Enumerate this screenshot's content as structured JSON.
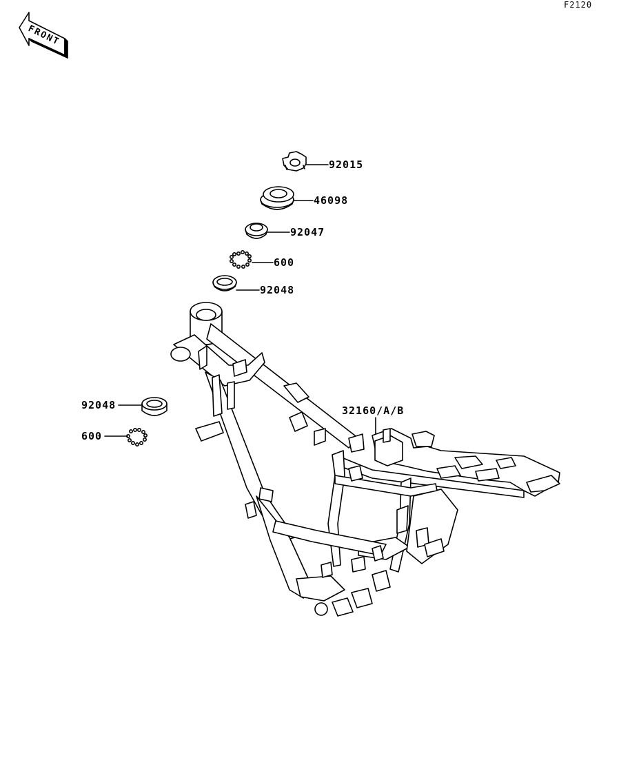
{
  "drawing_code": "F2120",
  "front_badge": {
    "text": "FRONT",
    "icon": "front-arrow-icon"
  },
  "callouts": [
    {
      "id": "92015",
      "label": "92015"
    },
    {
      "id": "46098",
      "label": "46098"
    },
    {
      "id": "92047",
      "label": "92047"
    },
    {
      "id": "600-top",
      "label": "600"
    },
    {
      "id": "92048-top",
      "label": "92048"
    },
    {
      "id": "32160",
      "label": "32160/A/B"
    },
    {
      "id": "92048-left",
      "label": "92048"
    },
    {
      "id": "600-left",
      "label": "600"
    }
  ],
  "colors": {
    "line": "#000000",
    "background": "#ffffff"
  }
}
